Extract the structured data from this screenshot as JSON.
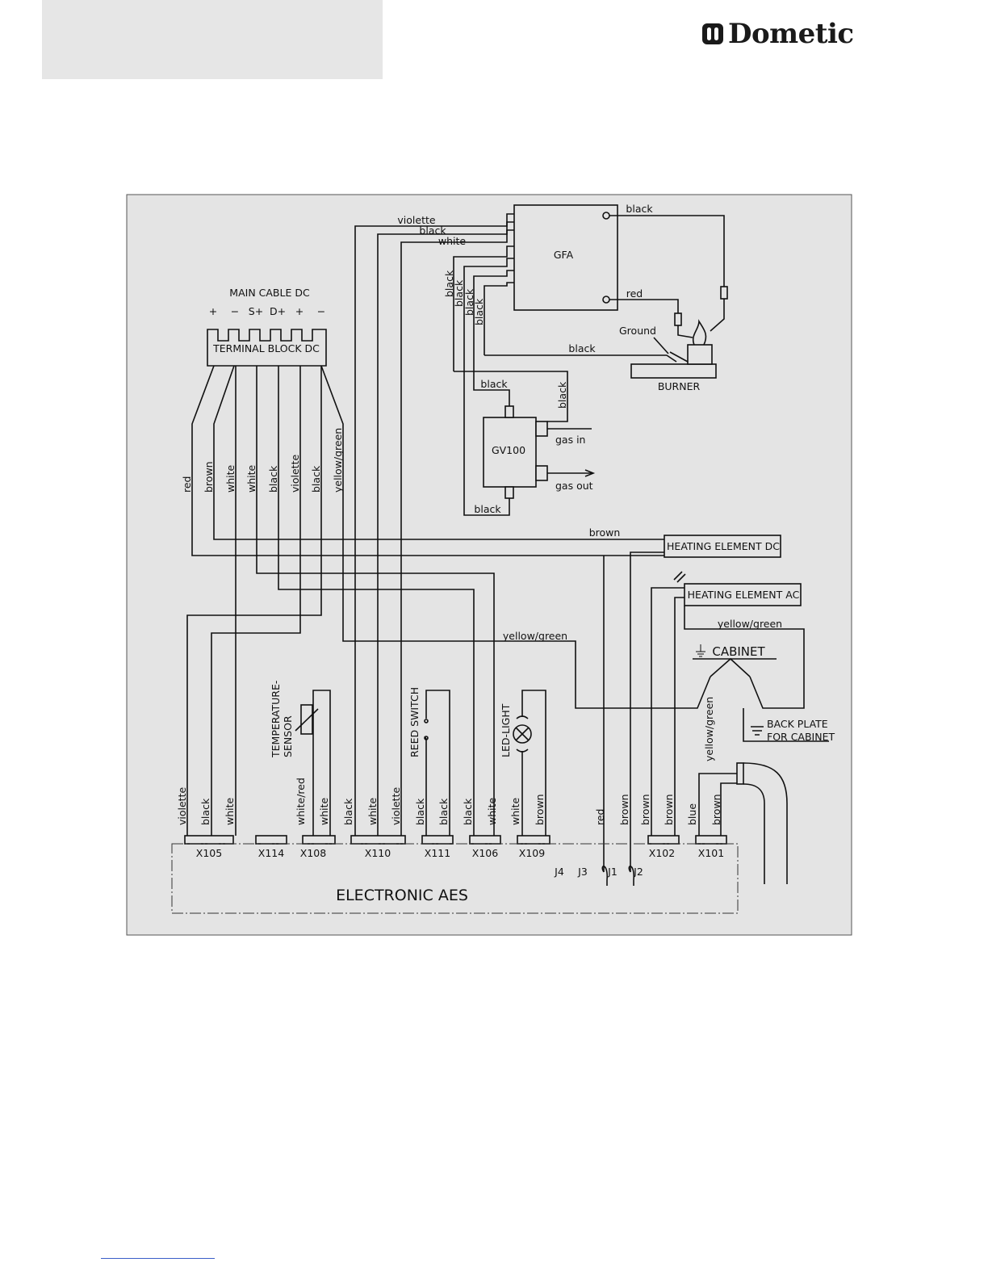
{
  "header": {
    "brand": "Dometic"
  },
  "diagram": {
    "units": {
      "gfa": "GFA",
      "gv100": "GV100",
      "burner": "BURNER",
      "ground": "Ground",
      "main_cable": "MAIN CABLE DC",
      "terminal_block": "TERMINAL BLOCK DC",
      "heating_dc": "HEATING ELEMENT DC",
      "heating_ac": "HEATING ELEMENT AC",
      "cabinet": "CABINET",
      "back_plate_1": "BACK PLATE",
      "back_plate_2": "FOR CABINET",
      "electronic": "ELECTRONIC AES",
      "temp_sensor_1": "TEMPERATURE-",
      "temp_sensor_2": "SENSOR",
      "reed_switch": "REED SWITCH",
      "led_light": "LED-LIGHT",
      "gas_in": "gas in",
      "gas_out": "gas out"
    },
    "terminal_pins": [
      "+",
      "−",
      "S+",
      "D+",
      "+",
      "−"
    ],
    "connectors": [
      "X105",
      "X114",
      "X108",
      "X110",
      "X111",
      "X106",
      "X109",
      "X102",
      "X101"
    ],
    "jumpers": [
      "J4",
      "J3",
      "J1",
      "J2"
    ],
    "wire_labels": {
      "gfa_violette": "violette",
      "gfa_black": "black",
      "gfa_white": "white",
      "gfa_top_black": "black",
      "gfa_red": "red",
      "gfa_black_burner": "black",
      "gfa_v1": "black",
      "gfa_v2": "black",
      "gfa_v3": "black",
      "gfa_v4": "black",
      "gv_black_top": "black",
      "gv_black_right": "black",
      "gv_black_bottom": "black",
      "tb_red": "red",
      "tb_brown": "brown",
      "tb_white1": "white",
      "tb_white2": "white",
      "tb_black1": "black",
      "tb_violette": "violette",
      "tb_black2": "black",
      "tb_yg": "yellow/green",
      "brown_h": "brown",
      "yg_h": "yellow/green",
      "yg_ac": "yellow/green",
      "yg_v": "yellow/green",
      "b_violette": "violette",
      "b_black1": "black",
      "b_white1": "white",
      "b_wr": "white/red",
      "b_white2": "white",
      "b_black2": "black",
      "b_white3": "white",
      "b_violette2": "violette",
      "b_black3": "black",
      "b_black4": "black",
      "b_black5": "black",
      "b_white4": "white",
      "b_white5": "white",
      "b_brown1": "brown",
      "b_red": "red",
      "b_brown2": "brown",
      "b_brown3": "brown",
      "b_brown4": "brown",
      "b_blue": "blue",
      "b_brown5": "brown"
    }
  }
}
